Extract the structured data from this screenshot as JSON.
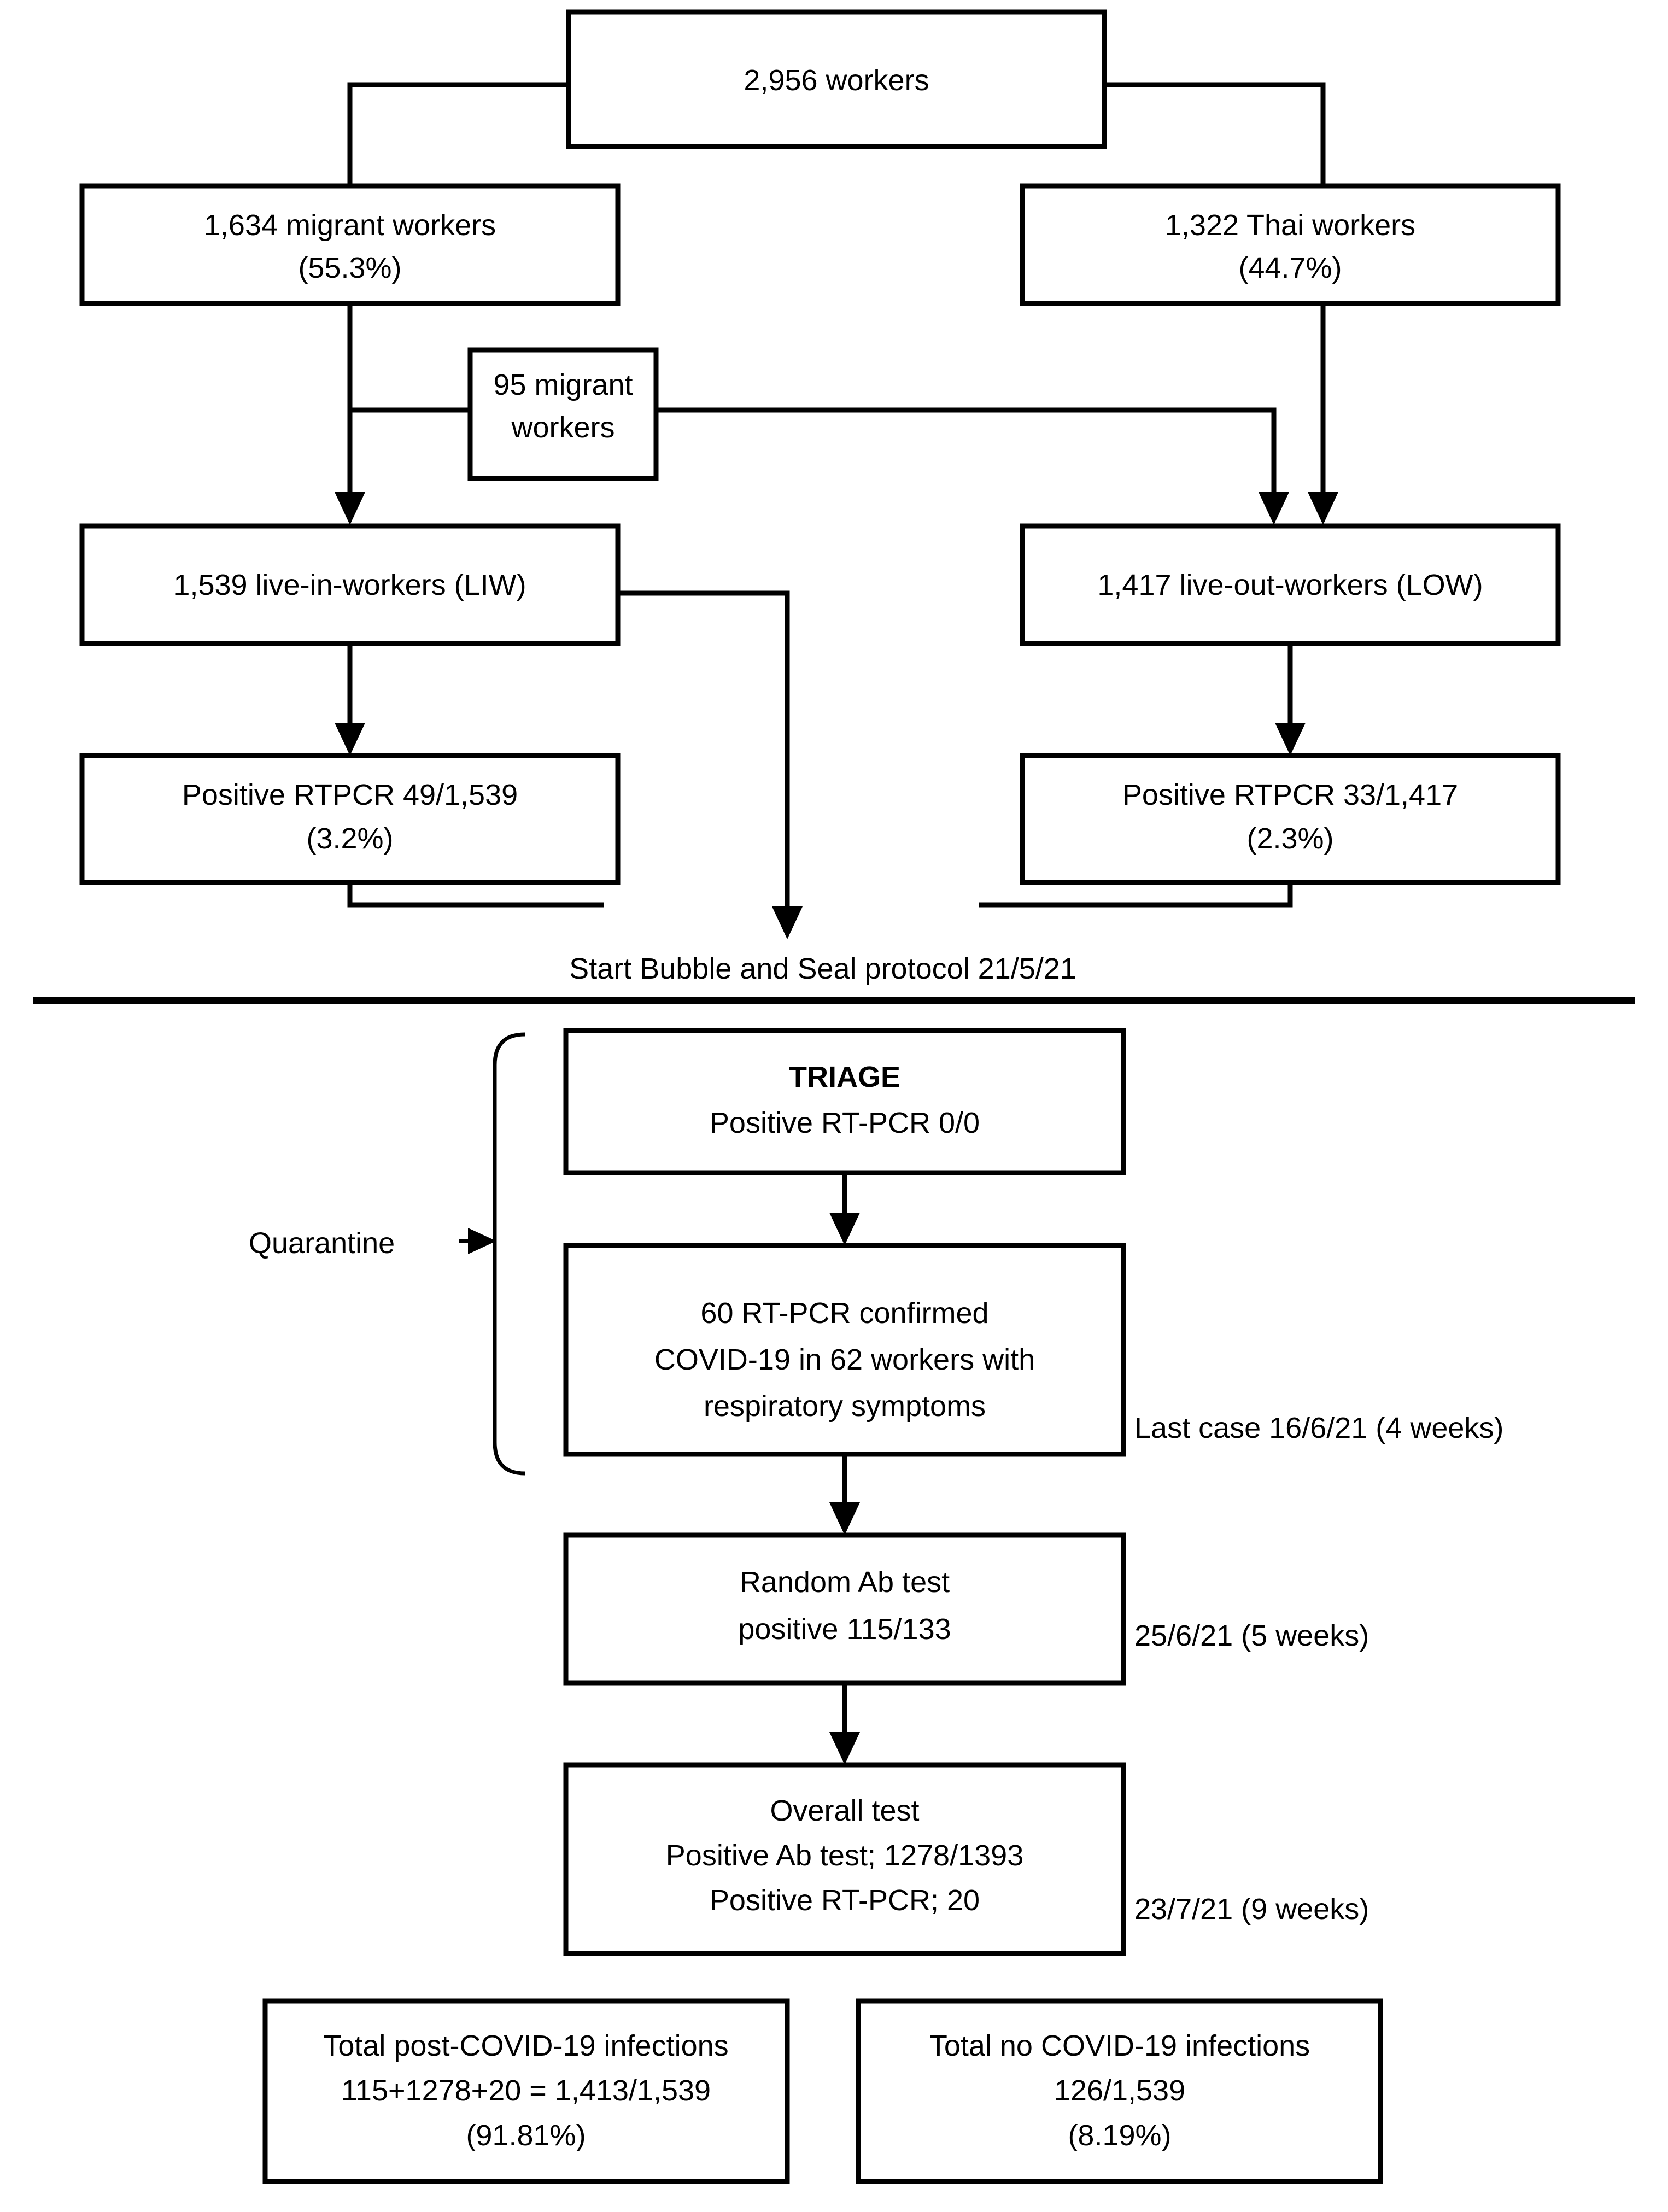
{
  "diagram": {
    "title": "COVID-19 worker cohort flowchart",
    "colors": {
      "stroke": "#000000",
      "background": "#ffffff",
      "text": "#000000"
    },
    "section_top": {
      "nodes": {
        "total_workers": {
          "line1": "2,956 workers"
        },
        "migrant_workers": {
          "line1": "1,634 migrant workers",
          "line2": "(55.3%)"
        },
        "thai_workers": {
          "line1": "1,322 Thai workers",
          "line2": "(44.7%)"
        },
        "transferred_migrants": {
          "line1": "95 migrant",
          "line2": "workers"
        },
        "live_in_workers": {
          "line1": "1,539 live-in-workers (LIW)"
        },
        "live_out_workers": {
          "line1": "1,417 live-out-workers (LOW)"
        },
        "positive_liw": {
          "line1": "Positive RTPCR 49/1,539",
          "line2": "(3.2%)"
        },
        "positive_low": {
          "line1": "Positive RTPCR 33/1,417",
          "line2": "(2.3%)"
        }
      },
      "annotations": {
        "bubble_and_seal": "Start Bubble and Seal protocol 21/5/21"
      }
    },
    "section_bottom": {
      "bracket_label": "Quarantine",
      "nodes": {
        "triage": {
          "line1": "TRIAGE",
          "line2": "Positive RT-PCR 0/0"
        },
        "confirmed_cases": {
          "line1": "60 RT-PCR confirmed",
          "line2": "COVID-19 in 62 workers with",
          "line3": "respiratory symptoms"
        },
        "random_ab_test": {
          "line1": "Random Ab test",
          "line2": "positive 115/133"
        },
        "overall_test": {
          "line1": "Overall test",
          "line2": "Positive Ab test; 1278/1393",
          "line3": "Positive RT-PCR; 20"
        },
        "total_post_covid": {
          "line1": "Total post-COVID-19 infections",
          "line2": "115+1278+20 = 1,413/1,539",
          "line3": "(91.81%)"
        },
        "total_no_covid": {
          "line1": "Total no COVID-19 infections",
          "line2": "126/1,539",
          "line3": "(8.19%)"
        }
      },
      "timeline_labels": {
        "last_case": "Last case 16/6/21 (4 weeks)",
        "week5": "25/6/21 (5 weeks)",
        "week9": "23/7/21 (9 weeks)"
      }
    }
  }
}
